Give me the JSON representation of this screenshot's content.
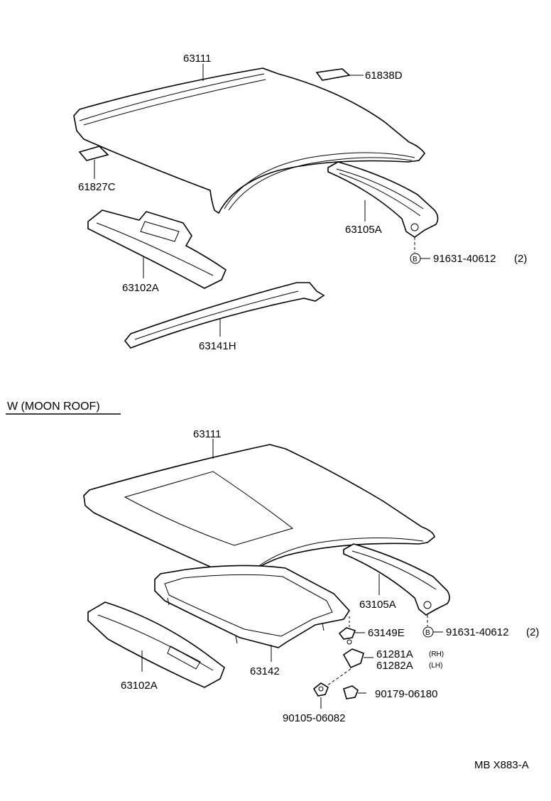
{
  "top_section": {
    "roof_label": "63111",
    "pad_right_label": "61838D",
    "pad_left_label": "61827C",
    "side_rail_label": "63105A",
    "bolt_label": "91631-40612",
    "bolt_qty": "(2)",
    "bolt_marker": "B",
    "front_header_label": "63102A",
    "rear_bow_label": "63141H"
  },
  "moon_roof_section": {
    "title": "W (MOON   ROOF)",
    "roof_label": "63111",
    "side_rail_label": "63105A",
    "frame_label": "63142",
    "bracket_label": "63149E",
    "bolt_label": "91631-40612",
    "bolt_qty": "(2)",
    "bolt_marker": "B",
    "holder_rh_label": "61281A",
    "holder_rh_side": "(RH)",
    "holder_lh_label": "61282A",
    "holder_lh_side": "(LH)",
    "nut_label": "90179-06180",
    "screw_label": "90105-06082",
    "front_header_label": "63102A"
  },
  "footer": {
    "ref_code": "MB X883-A"
  }
}
